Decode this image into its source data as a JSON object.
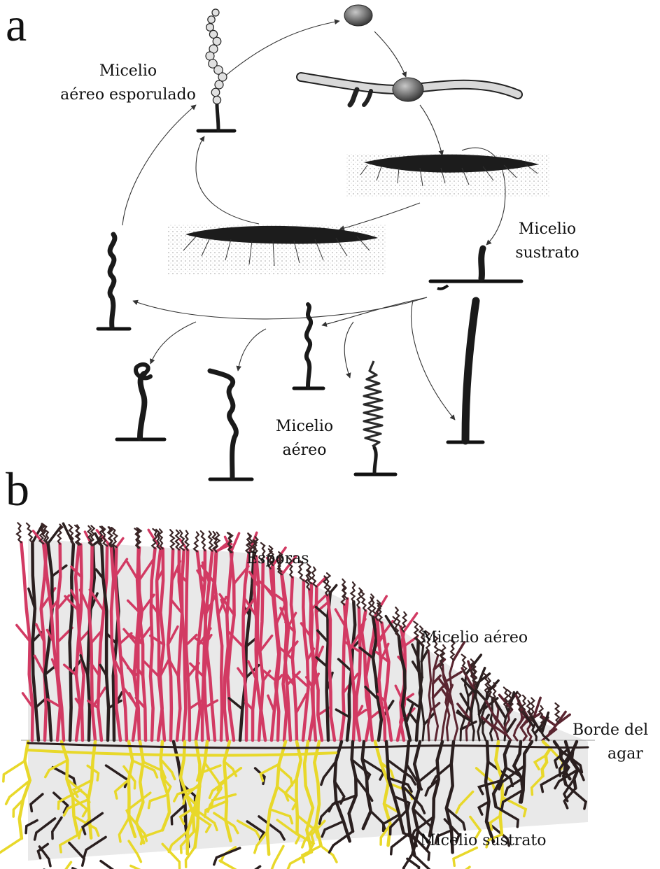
{
  "panel_a": {
    "letter": "a",
    "labels": {
      "aerial_sporulated_line1": "Micelio",
      "aerial_sporulated_line2": "aéreo esporulado",
      "substrate_line1": "Micelio",
      "substrate_line2": "sustrato",
      "aerial_line1": "Micelio",
      "aerial_line2": "aéreo"
    }
  },
  "panel_b": {
    "letter": "b",
    "labels": {
      "spores": "Esporas",
      "aerial": "Micelio aéreo",
      "agar_edge_line1": "Borde del",
      "agar_edge_line2": "agar",
      "substrate": "Micelio sustrato"
    },
    "colors": {
      "aerial_hyphae": "#d23a63",
      "spore_chains": "#3a2526",
      "substrate_hyphae": "#e8d82a",
      "dark_hyphae": "#2a1f1f",
      "colony_shade": "#e6e6e6"
    }
  }
}
